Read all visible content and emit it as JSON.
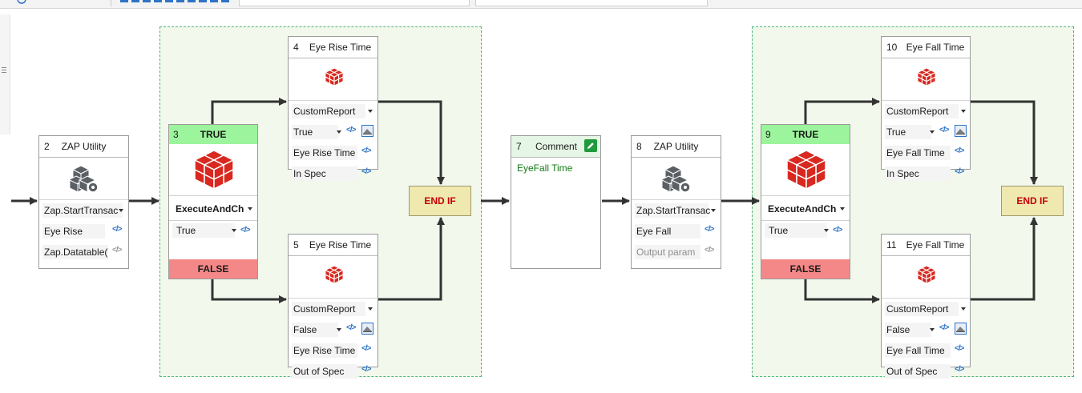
{
  "colors": {
    "group_fill": "#f2f8ec",
    "group_border": "#4db87a",
    "true_bar": "#9cf59c",
    "false_bar": "#f48888",
    "endif_fill": "#efe9b0",
    "endif_text": "#c40000",
    "link_blue": "#2e73c6",
    "comment_text": "#127a12",
    "connector": "#333333"
  },
  "icons": {
    "zap_utility": "gear-cubes-icon",
    "custom_report": "red-cube-icon",
    "condition": "red-cube-icon",
    "comment_edit": "pencil-icon",
    "parameter_link": "code-brackets-icon",
    "image_picker": "image-icon"
  },
  "flow": {
    "node2": {
      "num": "2",
      "title": "ZAP Utility",
      "method": "Zap.StartTransac",
      "param1": "Eye Rise",
      "param2": "Zap.Datatable(\"/"
    },
    "cond3": {
      "num": "3",
      "true_label": "TRUE",
      "false_label": "FALSE",
      "method": "ExecuteAndChec",
      "value": "True"
    },
    "node4": {
      "num": "4",
      "title": "Eye Rise Time",
      "method": "CustomReport",
      "flag": "True",
      "param1": "Eye Rise Time",
      "param2": "In Spec"
    },
    "node5": {
      "num": "5",
      "title": "Eye Rise Time",
      "method": "CustomReport",
      "flag": "False",
      "param1": "Eye Rise Time",
      "param2": "Out of Spec"
    },
    "endif1": {
      "label": "END IF"
    },
    "comment7": {
      "num": "7",
      "title": "Comment",
      "text": "EyeFall Time"
    },
    "node8": {
      "num": "8",
      "title": "ZAP Utility",
      "method": "Zap.StartTransac",
      "param1": "Eye Fall",
      "param2": "Output param"
    },
    "cond9": {
      "num": "9",
      "true_label": "TRUE",
      "false_label": "FALSE",
      "method": "ExecuteAndChec",
      "value": "True"
    },
    "node10": {
      "num": "10",
      "title": "Eye Fall Time",
      "method": "CustomReport",
      "flag": "True",
      "param1": "Eye Fall Time",
      "param2": "In Spec"
    },
    "node11": {
      "num": "11",
      "title": "Eye Fall Time",
      "method": "CustomReport",
      "flag": "False",
      "param1": "Eye Fall Time",
      "param2": "Out of Spec"
    },
    "endif2": {
      "label": "END IF"
    }
  }
}
